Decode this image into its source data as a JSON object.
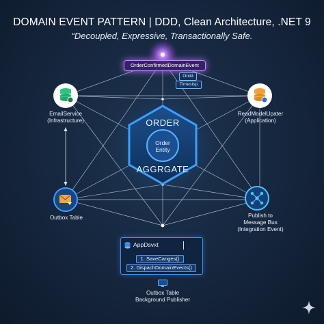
{
  "header": {
    "title": "DOMAIN EVENT PATTERN | DDD, Clean Architecture, .NET 9",
    "subtitle": "“Decoupled, Expressive, Transactionally Safe."
  },
  "event": {
    "name": "OrderConfirmedDomainEvent",
    "fields": [
      "Onild",
      "Timestsp"
    ]
  },
  "aggregate": {
    "top": "ORDER",
    "entity_line1": "Order",
    "entity_line2": "Entity",
    "bottom": "AGGRGATE"
  },
  "nodes": {
    "email_service": {
      "line1": "EmailService",
      "line2": "(Infrastructure)"
    },
    "read_model": {
      "line1": "ReadModelUpater",
      "line2": "(Application)"
    },
    "outbox_table": {
      "line1": "Outbox Table"
    },
    "publish": {
      "line1": "Publish to",
      "line2": "Message Bus",
      "line3": "(Integration Event)"
    },
    "publisher": {
      "line1": "Outbox Table",
      "line2": "Background Publisher"
    }
  },
  "db_context": {
    "title": "AppDsvxt",
    "steps": [
      "1. SaveCanges()",
      "2. DispachDomainEvects()"
    ]
  },
  "colors": {
    "accent_blue": "#3aa0ff",
    "glow_purple": "#c58cff",
    "line": "#d7e4f4",
    "email_icon": "#2ec27e",
    "read_icon": "#f0a23a",
    "outbox_icon": "#f2a93b",
    "publish_icon": "#4fc3ff"
  },
  "icons": {
    "email": "database-stack-icon",
    "read_model": "database-stack-icon",
    "outbox": "mail-icon",
    "publish": "network-share-icon",
    "db_context": "database-icon",
    "publisher": "monitor-icon",
    "corner": "sparkle-icon"
  }
}
